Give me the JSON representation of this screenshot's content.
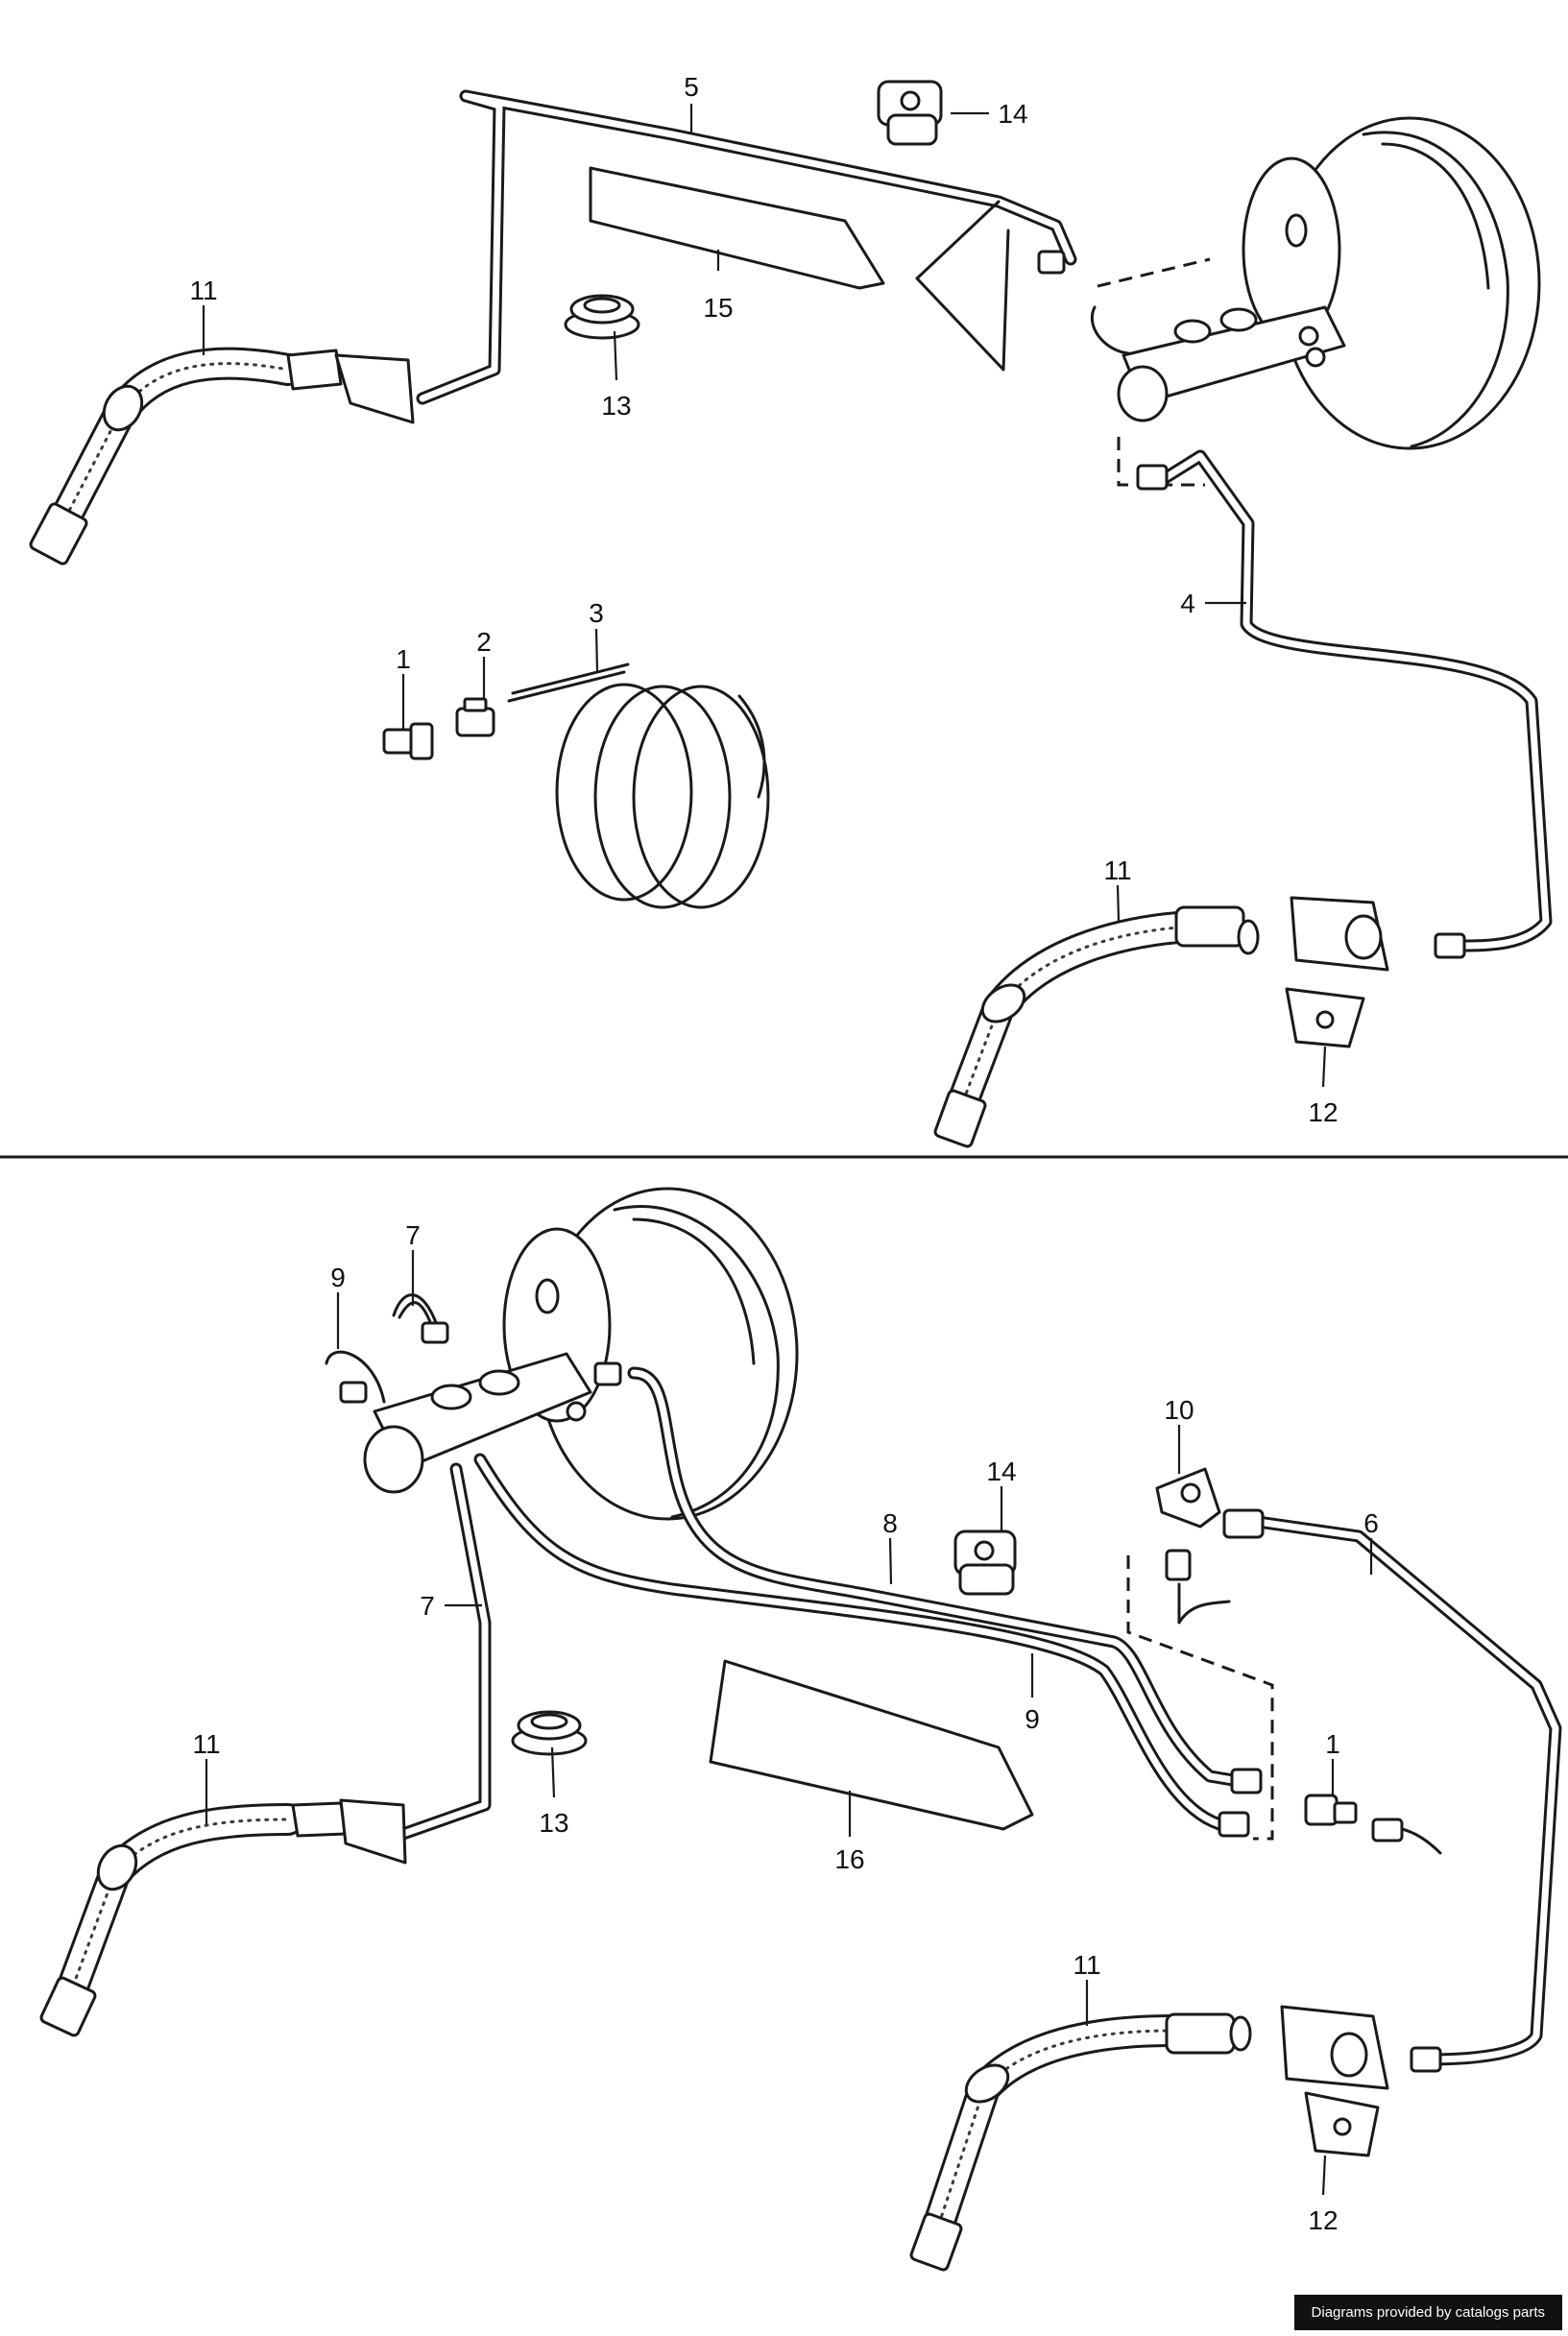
{
  "callouts": {
    "top": {
      "hose_front_left": "11",
      "line_5": "5",
      "clip_14": "14",
      "cover_15": "15",
      "grommet_13": "13",
      "fitting_1": "1",
      "fitting_2": "2",
      "coil_3": "3",
      "line_4": "4",
      "hose_rear": "11",
      "bracket_12": "12"
    },
    "bottom": {
      "line_7_upper": "7",
      "line_9_upper": "9",
      "line_7_lower": "7",
      "hose_front_left": "11",
      "grommet_13": "13",
      "clip_14": "14",
      "line_8": "8",
      "line_9_lower": "9",
      "cover_16": "16",
      "tee_10": "10",
      "line_6": "6",
      "fitting_1": "1",
      "hose_rear": "11",
      "bracket_12": "12"
    }
  },
  "credit": "Diagrams provided by catalogs parts"
}
